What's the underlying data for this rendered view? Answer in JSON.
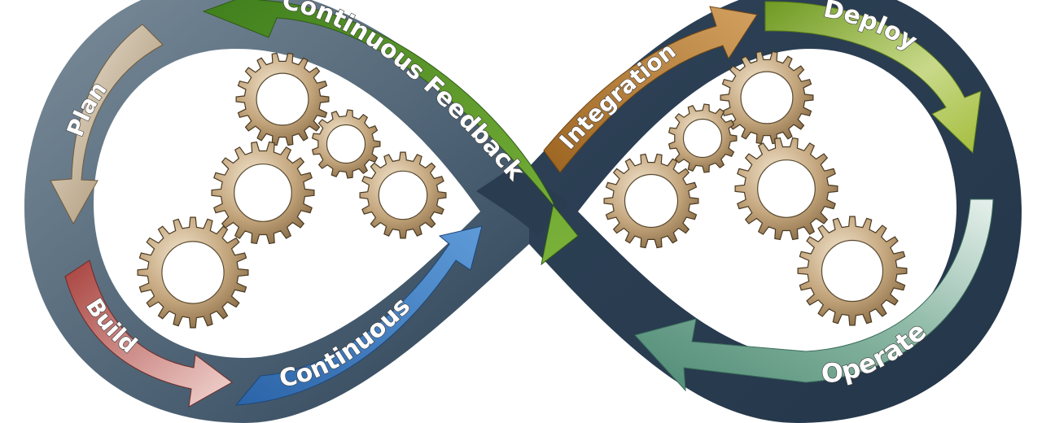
{
  "diagram": {
    "labels": {
      "continuous_feedback": "Continuous Feedback",
      "integration": "Integration",
      "deploy": "Deploy",
      "plan": "Plan",
      "build": "Build",
      "continuous": "Continuous",
      "operate": "Operate"
    },
    "colors": {
      "band_dark": "#2b3f55",
      "band_light": "#6f8290",
      "feedback_arrow": "#5e9a2a",
      "integration_arrow": "#b07a2c",
      "deploy_arrow": "#8aa52a",
      "plan_arrow": "#ab9470",
      "build_arrow": "#b3554f",
      "continuous_arrow": "#2f6fb3",
      "operate_arrow": "#5f9a82",
      "gear": "#b79a72"
    },
    "gear_icon": "gear-icon"
  }
}
